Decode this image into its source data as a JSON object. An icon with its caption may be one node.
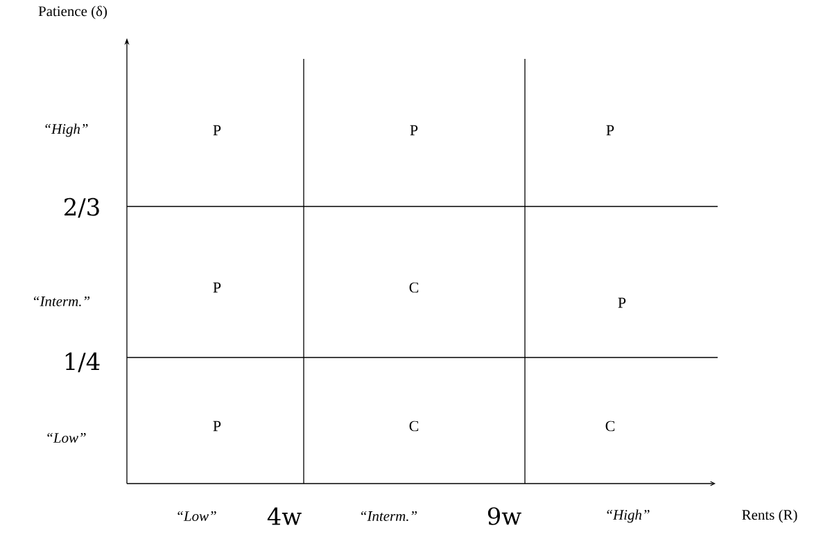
{
  "diagram": {
    "labels": [
      "Patience (δ)",
      "“High”",
      "P",
      "P",
      "P",
      "2/3",
      "“Interm.”",
      "P",
      "C",
      "P",
      "1/4",
      "“Low”",
      "P",
      "C",
      "C",
      "“Low”",
      "4w",
      "“Interm.”",
      "9w",
      "“High”",
      "Rents (R)"
    ]
  }
}
